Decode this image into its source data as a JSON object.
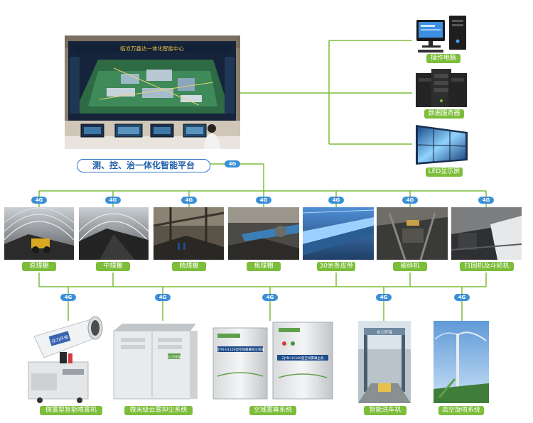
{
  "platform": {
    "title": "测、控、治一体化智能平台"
  },
  "control_room": {
    "screen_banner": "临沧万鑫达一体化智能中心"
  },
  "signal_badge": "4G",
  "devices": {
    "computer": "操作电脑",
    "server": "数据服务器",
    "led": "LED显示屏"
  },
  "sites": [
    "原煤棚",
    "中煤棚",
    "精煤棚",
    "焦煤棚",
    "30余条皮带",
    "破碎机",
    "打固机及斗轮机"
  ],
  "equipment": [
    "微雾型智能喷雾机",
    "微米级云雾抑尘系统",
    "空域雾幕系统",
    "智能洗车机",
    "高空旋喷系统"
  ],
  "equipment_text": {
    "cannon_brand": "众力环保",
    "box_brand": "众力环保",
    "box1_plate": "ZJYM-H1100型空域雾幕除尘装置",
    "box2_plate": "ZJYM-H1100型空域雾幕主机",
    "wash_brand": "众力环保"
  },
  "colors": {
    "line": "#7cbd3a",
    "label_green": "#7cbd3a",
    "label_blue": "#2e76c6",
    "badge": "#3a8fd8"
  }
}
